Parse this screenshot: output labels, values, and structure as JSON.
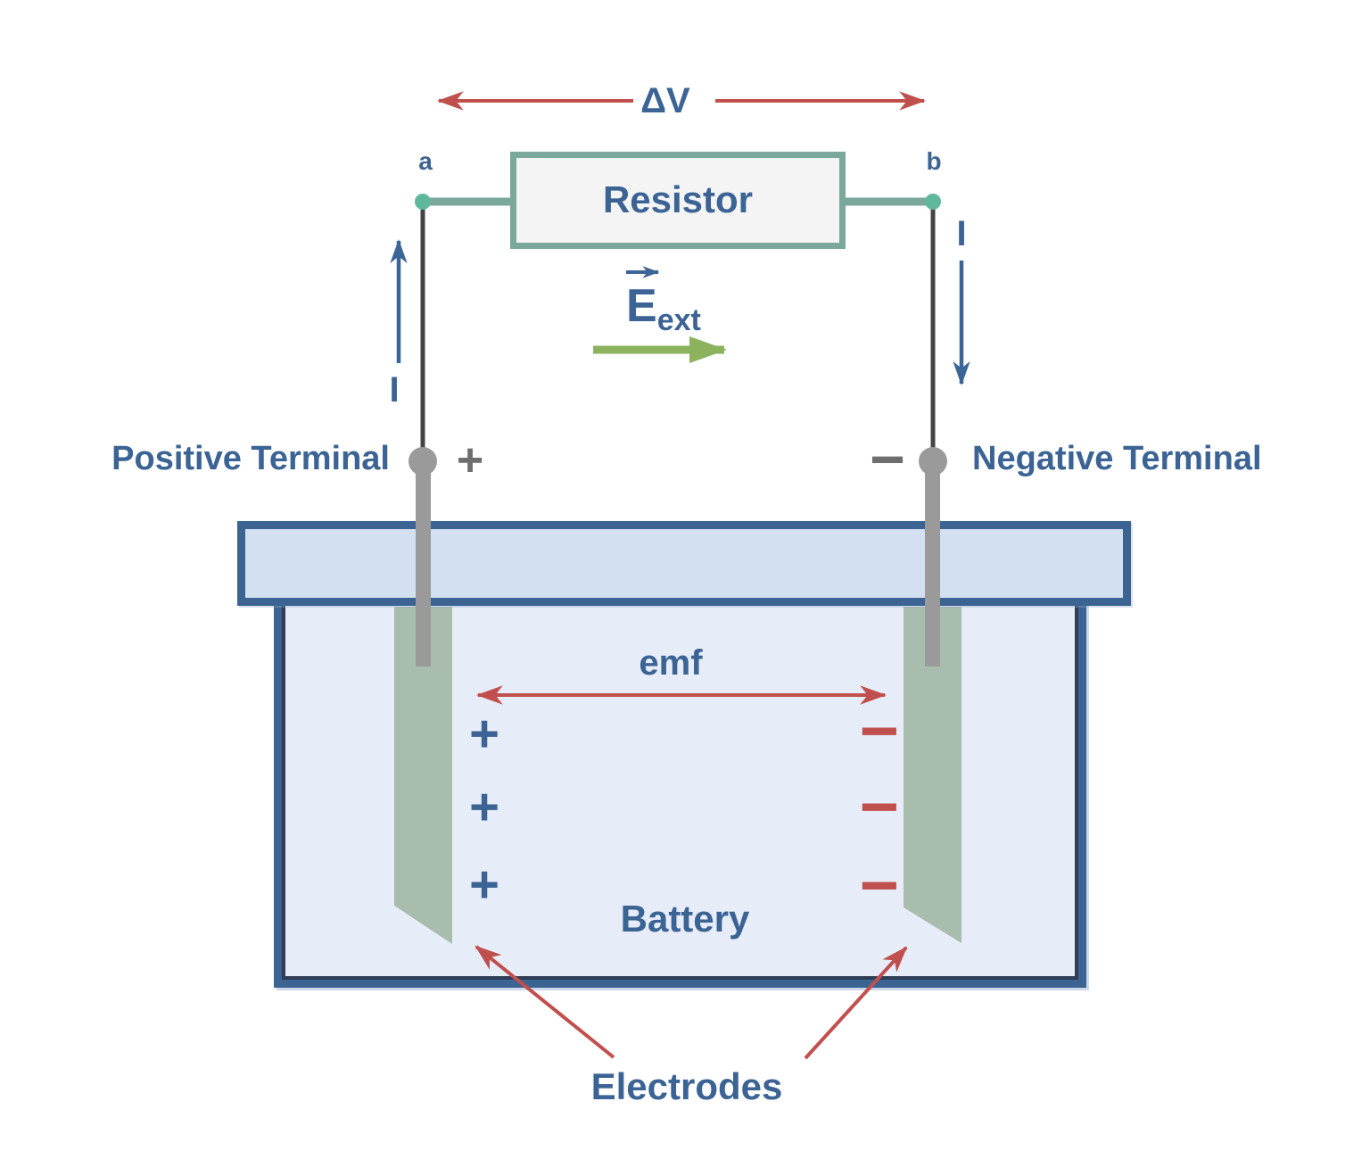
{
  "labels": {
    "delta_v": "ΔV",
    "node_a": "a",
    "node_b": "b",
    "resistor": "Resistor",
    "current_left": "I",
    "current_right": "I",
    "e_field_main": "E",
    "e_field_sub": "ext",
    "positive_terminal": "Positive Terminal",
    "negative_terminal": "Negative Terminal",
    "plus_terminal_sign": "+",
    "minus_terminal_sign": "−",
    "emf": "emf",
    "battery": "Battery",
    "electrodes": "Electrodes"
  },
  "charges": {
    "positive": [
      "+",
      "+",
      "+"
    ],
    "negative": [
      "−",
      "−",
      "−"
    ]
  },
  "colors": {
    "label_blue": "#3b6394",
    "arrow_red": "#c0504d",
    "arrow_green": "#8cb25e",
    "wire_teal": "#7aa89a",
    "node_teal": "#5fb89e",
    "wire_dark": "#444444",
    "terminal_gray": "#9a9a9a",
    "sign_gray": "#6e6e6e",
    "lid_fill": "#d3e0f2",
    "container_fill": "#e7edf8",
    "container_border": "#3b6493",
    "electrode_green": "#a8bdad",
    "resistor_fill": "#f4f4f4"
  }
}
